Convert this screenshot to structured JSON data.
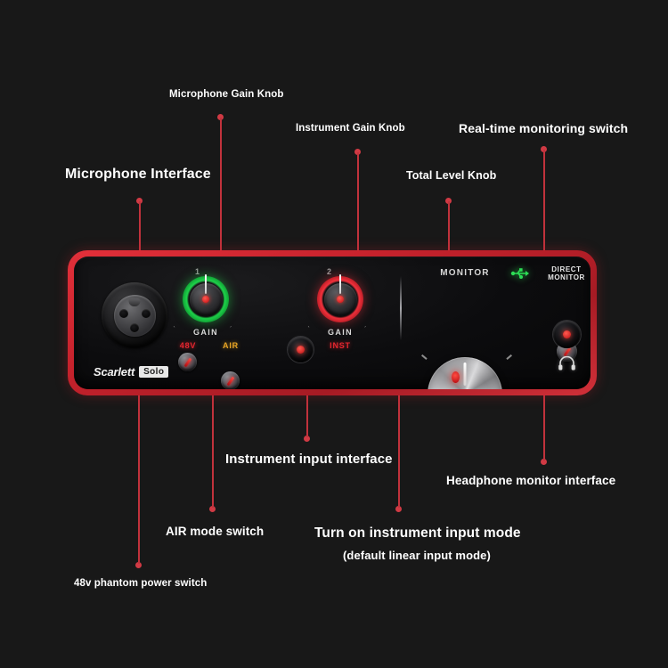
{
  "background_color": "#181818",
  "accent_color": "#c1323c",
  "device": {
    "frame_color": "#c5222c",
    "panel_color": "#0c0c0e",
    "brand": {
      "name": "Scarlett",
      "model": "Solo"
    },
    "channels": [
      {
        "number": "1",
        "gain_label": "GAIN",
        "halo_color": "#1ed24a"
      },
      {
        "number": "2",
        "gain_label": "GAIN",
        "halo_color": "#f2313c"
      }
    ],
    "buttons": {
      "phantom_label": "48V",
      "air_label": "AIR",
      "inst_label": "INST",
      "direct_monitor_line1": "DIRECT",
      "direct_monitor_line2": "MONITOR"
    },
    "monitor": {
      "label": "MONITOR"
    },
    "icons": {
      "usb": "usb-icon",
      "headphone": "headphone-icon",
      "xlr": "xlr-connector-icon"
    }
  },
  "annotations": [
    {
      "id": "microphone-gain-knob",
      "text": "Microphone Gain Knob"
    },
    {
      "id": "instrument-gain-knob",
      "text": "Instrument Gain Knob"
    },
    {
      "id": "realtime-monitoring",
      "text": "Real-time monitoring switch"
    },
    {
      "id": "microphone-interface",
      "text": "Microphone Interface"
    },
    {
      "id": "total-level-knob",
      "text": "Total Level Knob"
    },
    {
      "id": "instrument-input",
      "text": "Instrument input interface"
    },
    {
      "id": "headphone-monitor",
      "text": "Headphone monitor interface"
    },
    {
      "id": "air-mode-switch",
      "text": "AIR mode switch"
    },
    {
      "id": "instrument-input-mode",
      "text": "Turn on instrument input mode"
    },
    {
      "id": "instrument-input-sub",
      "text": "(default linear input mode)"
    },
    {
      "id": "phantom-power-switch",
      "text": "48v phantom power switch"
    }
  ]
}
